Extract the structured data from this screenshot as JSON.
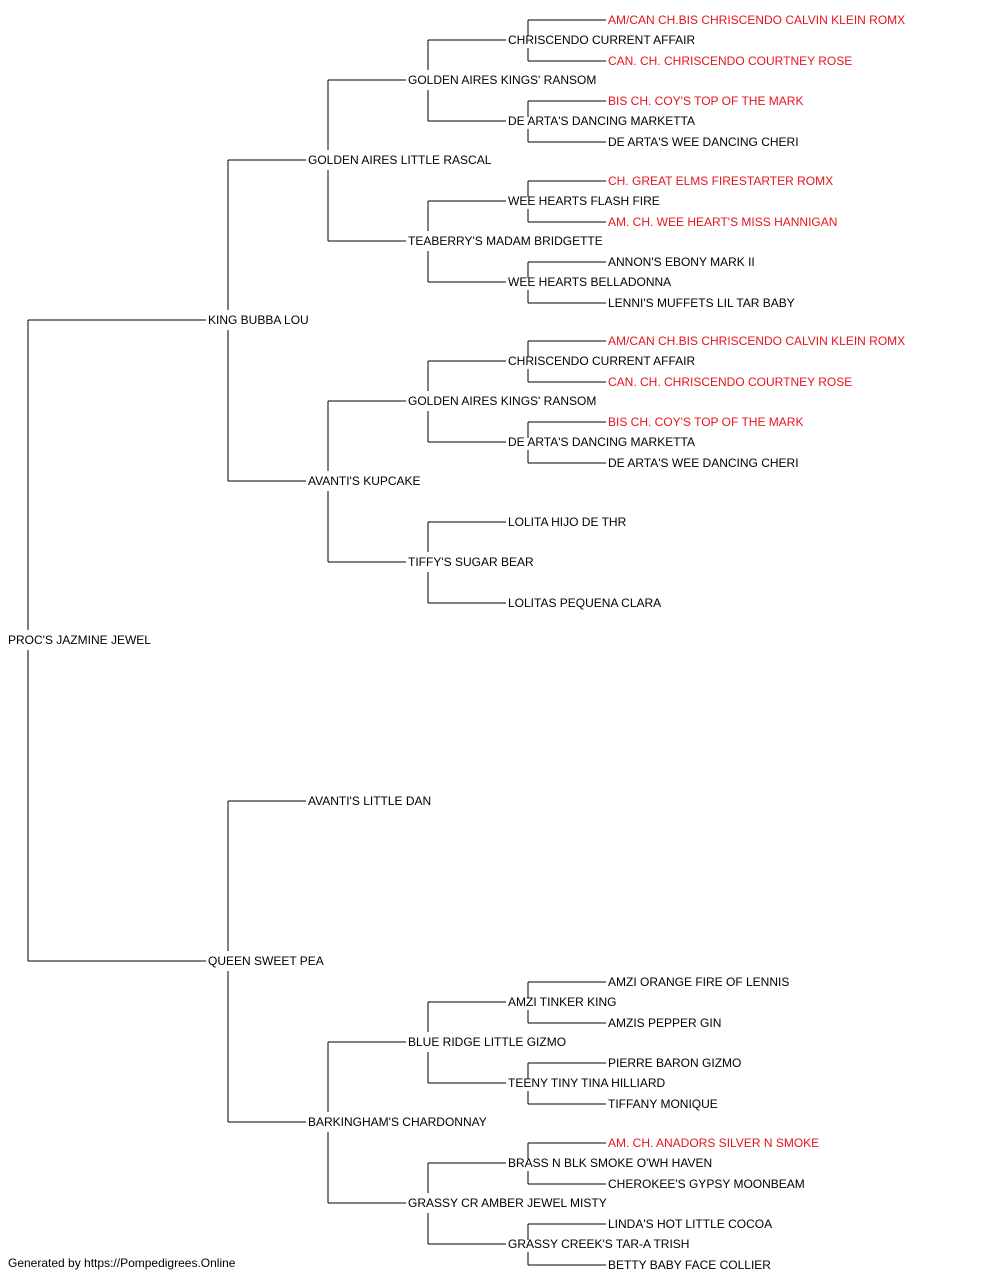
{
  "colors": {
    "normal": "#000000",
    "champion": "#e8131b",
    "line": "#000000"
  },
  "footer": "Generated by https://Pompedigrees.Online",
  "pedigree": {
    "name": "PROC'S JAZMINE JEWEL",
    "champion": false,
    "sire": {
      "name": "KING BUBBA LOU",
      "champion": false,
      "sire": {
        "name": "GOLDEN AIRES LITTLE RASCAL",
        "champion": false,
        "sire": {
          "name": "GOLDEN AIRES KINGS' RANSOM",
          "champion": false,
          "sire": {
            "name": "CHRISCENDO CURRENT AFFAIR",
            "champion": false,
            "sire": {
              "name": "AM/CAN CH.BIS CHRISCENDO CALVIN KLEIN ROMX",
              "champion": true
            },
            "dam": {
              "name": "CAN. CH. CHRISCENDO COURTNEY ROSE",
              "champion": true
            }
          },
          "dam": {
            "name": "DE ARTA'S DANCING MARKETTA",
            "champion": false,
            "sire": {
              "name": "BIS CH. COY'S TOP OF THE MARK",
              "champion": true
            },
            "dam": {
              "name": "DE ARTA'S WEE DANCING CHERI",
              "champion": false
            }
          }
        },
        "dam": {
          "name": "TEABERRY'S MADAM BRIDGETTE",
          "champion": false,
          "sire": {
            "name": "WEE HEARTS FLASH FIRE",
            "champion": false,
            "sire": {
              "name": "CH. GREAT ELMS FIRESTARTER ROMX",
              "champion": true
            },
            "dam": {
              "name": "AM. CH. WEE HEART'S MISS HANNIGAN",
              "champion": true
            }
          },
          "dam": {
            "name": "WEE HEARTS BELLADONNA",
            "champion": false,
            "sire": {
              "name": "ANNON'S EBONY MARK II",
              "champion": false
            },
            "dam": {
              "name": "LENNI'S MUFFETS LIL TAR BABY",
              "champion": false
            }
          }
        }
      },
      "dam": {
        "name": "AVANTI'S KUPCAKE",
        "champion": false,
        "sire": {
          "name": "GOLDEN AIRES KINGS' RANSOM",
          "champion": false,
          "sire": {
            "name": "CHRISCENDO CURRENT AFFAIR",
            "champion": false,
            "sire": {
              "name": "AM/CAN CH.BIS CHRISCENDO CALVIN KLEIN ROMX",
              "champion": true
            },
            "dam": {
              "name": "CAN. CH. CHRISCENDO COURTNEY ROSE",
              "champion": true
            }
          },
          "dam": {
            "name": "DE ARTA'S DANCING MARKETTA",
            "champion": false,
            "sire": {
              "name": "BIS CH. COY'S TOP OF THE MARK",
              "champion": true
            },
            "dam": {
              "name": "DE ARTA'S WEE DANCING CHERI",
              "champion": false
            }
          }
        },
        "dam": {
          "name": "TIFFY'S SUGAR BEAR",
          "champion": false,
          "sire": {
            "name": "LOLITA HIJO DE THR",
            "champion": false
          },
          "dam": {
            "name": "LOLITAS PEQUENA CLARA",
            "champion": false
          }
        }
      }
    },
    "dam": {
      "name": "QUEEN SWEET PEA",
      "champion": false,
      "sire": {
        "name": "AVANTI'S LITTLE DAN",
        "champion": false
      },
      "dam": {
        "name": "BARKINGHAM'S CHARDONNAY",
        "champion": false,
        "sire": {
          "name": "BLUE RIDGE LITTLE GIZMO",
          "champion": false,
          "sire": {
            "name": "AMZI TINKER KING",
            "champion": false,
            "sire": {
              "name": "AMZI ORANGE FIRE OF LENNIS",
              "champion": false
            },
            "dam": {
              "name": "AMZIS PEPPER GIN",
              "champion": false
            }
          },
          "dam": {
            "name": "TEENY TINY TINA HILLIARD",
            "champion": false,
            "sire": {
              "name": "PIERRE BARON GIZMO",
              "champion": false
            },
            "dam": {
              "name": "TIFFANY MONIQUE",
              "champion": false
            }
          }
        },
        "dam": {
          "name": "GRASSY CR AMBER JEWEL MISTY",
          "champion": false,
          "sire": {
            "name": "BRASS N BLK SMOKE O'WH HAVEN",
            "champion": false,
            "sire": {
              "name": "AM. CH. ANADORS SILVER N SMOKE",
              "champion": true
            },
            "dam": {
              "name": "CHEROKEE'S GYPSY MOONBEAM",
              "champion": false
            }
          },
          "dam": {
            "name": "GRASSY CREEK'S TAR-A TRISH",
            "champion": false,
            "sire": {
              "name": "LINDA'S HOT LITTLE COCOA",
              "champion": false
            },
            "dam": {
              "name": "BETTY BABY FACE COLLIER",
              "champion": false
            }
          }
        }
      }
    }
  }
}
